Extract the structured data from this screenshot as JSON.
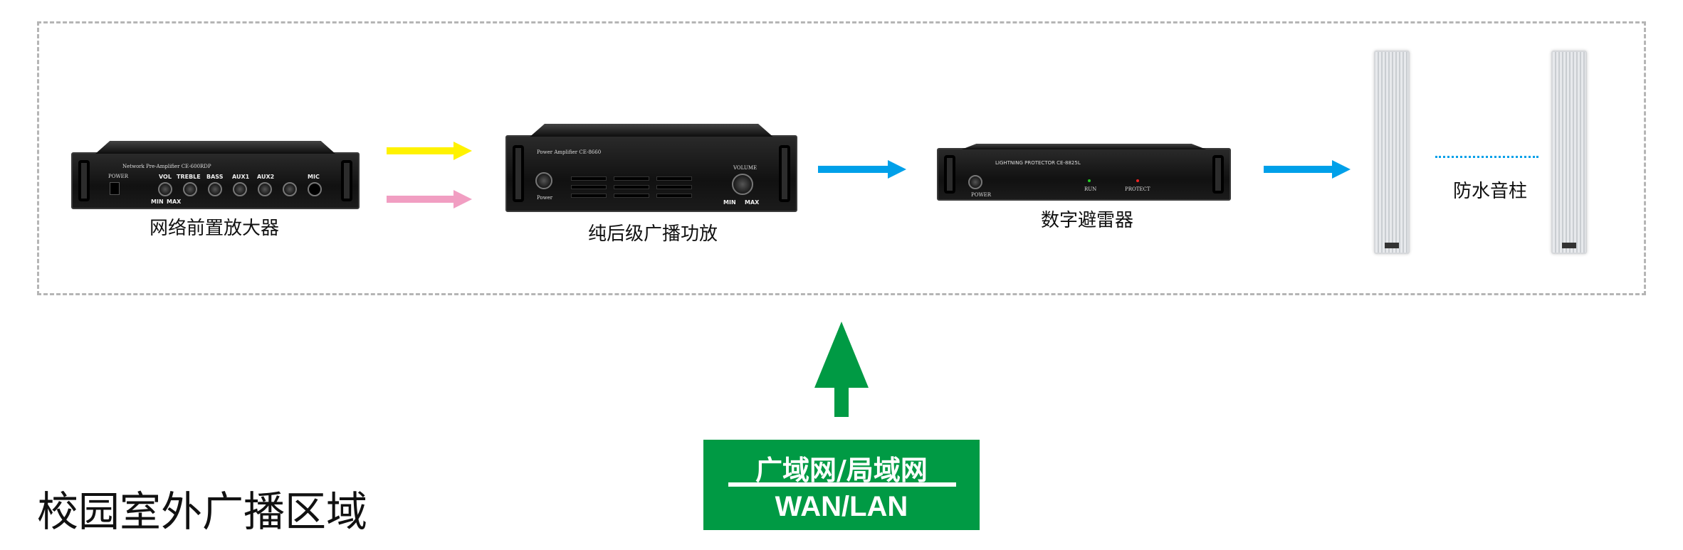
{
  "title": "校园室外广播区域",
  "devices": [
    {
      "label": "网络前置放大器",
      "model": "Network Pre-Amplifier CE-600RDP",
      "panel": [
        "POWER",
        "VOL",
        "TREBLE",
        "BASS",
        "AUX1",
        "AUX2",
        "MIC",
        "MIN",
        "MAX"
      ]
    },
    {
      "label": "纯后级广播功放",
      "model": "Power Amplifier CE-8660",
      "panel": [
        "Power",
        "VOLUME",
        "MIN",
        "MAX"
      ]
    },
    {
      "label": "数字避雷器",
      "model": "LIGHTNING PROTECTOR CE-8825L",
      "panel": [
        "POWER",
        "RUN",
        "PROTECT"
      ]
    },
    {
      "label": "防水音柱"
    }
  ],
  "network": {
    "cn": "广域网/局域网",
    "en": "WAN/LAN"
  },
  "colors": {
    "yellow": "#fff200",
    "pink": "#f19ec2",
    "blue": "#00a0e9",
    "green": "#009a44",
    "border": "#b5b5b5"
  }
}
